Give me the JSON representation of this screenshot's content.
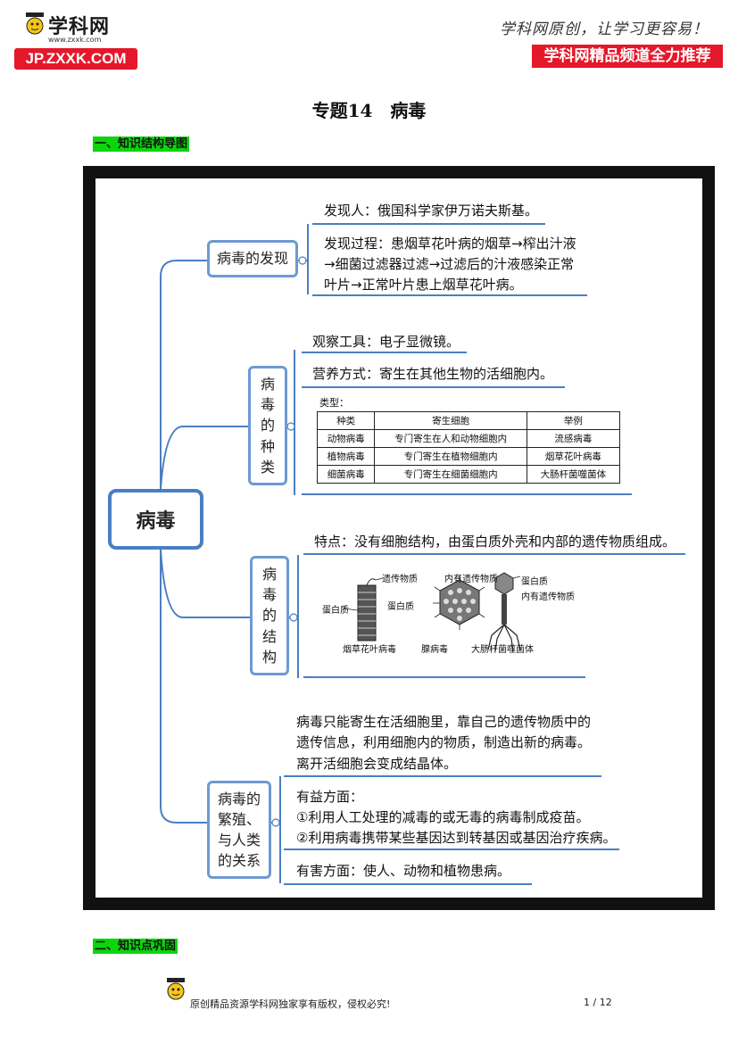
{
  "header": {
    "logo_name": "学科网",
    "logo_url": "www.zxxk.com",
    "logo_badge": "JP.ZXXK.COM",
    "slogan": "学科网原创，让学习更容易！",
    "badge": "学科网精品频道全力推荐"
  },
  "title": "专题14　病毒",
  "section1": "一、知识结构导图",
  "section2": "二、知识点巩固",
  "mindmap": {
    "center": "病毒",
    "branches": [
      {
        "label": "病毒的发现",
        "leaves": [
          "发现人：俄国科学家伊万诺夫斯基。",
          "发现过程：患烟草花叶病的烟草→榨出汁液",
          "→细菌过滤器过滤→过滤后的汁液感染正常",
          "叶片→正常叶片患上烟草花叶病。"
        ]
      },
      {
        "label_lines": [
          "病",
          "毒",
          "的",
          "种",
          "类"
        ],
        "leaves": [
          "观察工具：电子显微镜。",
          "营养方式：寄生在其他生物的活细胞内。"
        ],
        "table_title": "类型：",
        "table": {
          "headers": [
            "种类",
            "寄生细胞",
            "举例"
          ],
          "rows": [
            [
              "动物病毒",
              "专门寄生在人和动物细胞内",
              "流感病毒"
            ],
            [
              "植物病毒",
              "专门寄生在植物细胞内",
              "烟草花叶病毒"
            ],
            [
              "细菌病毒",
              "专门寄生在细菌细胞内",
              "大肠杆菌噬菌体"
            ]
          ]
        }
      },
      {
        "label_lines": [
          "病",
          "毒",
          "的",
          "结",
          "构"
        ],
        "leaves": [
          "特点：没有细胞结构，由蛋白质外壳和内部的遗传物质组成。"
        ],
        "figure": {
          "labels": {
            "genetic": "遗传物质",
            "protein_a": "蛋白质",
            "tmv": "烟草花叶病毒",
            "inner_genetic": "内有遗传物质",
            "protein_b": "蛋白质",
            "adeno": "腺病毒",
            "protein_c": "蛋白质",
            "inner_genetic_c": "内有遗传物质",
            "phage": "大肠杆菌噬菌体"
          }
        }
      },
      {
        "label_lines": [
          "病毒的",
          "繁殖、",
          "与人类",
          "的关系"
        ],
        "leaves": [
          "病毒只能寄生在活细胞里，靠自己的遗传物质中的",
          "遗传信息，利用细胞内的物质，制造出新的病毒。",
          "离开活细胞会变成结晶体。",
          "有益方面：",
          "①利用人工处理的减毒的或无毒的病毒制成疫苗。",
          "②利用病毒携带某些基因达到转基因或基因治疗疾病。",
          "有害方面：使人、动物和植物患病。"
        ]
      }
    ]
  },
  "footer": {
    "text": "原创精品资源学科网独家享有版权，侵权必究!",
    "page": "1 / 12"
  },
  "colors": {
    "frame": "#111111",
    "node_border": "#6d9ad2",
    "line": "#4a7fc1",
    "section_bg": "#0bd60b",
    "brand_red": "#e4182a"
  }
}
